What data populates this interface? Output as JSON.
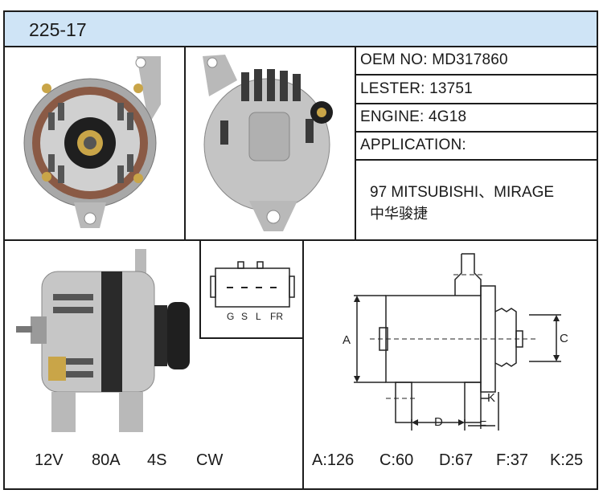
{
  "part_code": "225-17",
  "specs": {
    "oem": "OEM NO: MD317860",
    "lester": "LESTER: 13751",
    "engine": "ENGINE: 4G18",
    "application": "APPLICATION:",
    "application_line1": "97 MITSUBISHI、MIRAGE",
    "application_line2": "中华骏捷"
  },
  "connector": {
    "pins": [
      "G",
      "S",
      "L",
      "FR"
    ]
  },
  "ratings": {
    "voltage": "12V",
    "amperage": "80A",
    "groove": "4S",
    "rotation": "CW"
  },
  "dimension_labels": {
    "a": "A",
    "c": "C",
    "d": "D",
    "f": "F",
    "k": "K"
  },
  "dimensions": {
    "a": "A:126",
    "c": "C:60",
    "d": "D:67",
    "f": "F:37",
    "k": "K:25"
  },
  "colors": {
    "header_bg": "#cfe4f6",
    "border": "#1c1c1c"
  }
}
